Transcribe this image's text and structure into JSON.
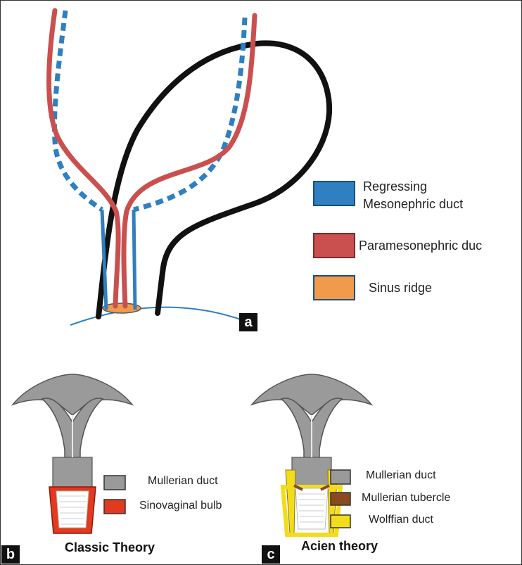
{
  "panel_a": {
    "tag": "a",
    "legend": [
      {
        "line1": "Regressing",
        "line2": "Mesonephric duct",
        "color": "#2f7fc1"
      },
      {
        "line1": "Paramesonephric duc",
        "line2": "",
        "color": "#c9504e"
      },
      {
        "line1": "Sinus ridge",
        "line2": "",
        "color": "#f09a4b"
      }
    ]
  },
  "panel_b": {
    "tag": "b",
    "title": "Classic Theory",
    "legend": [
      {
        "label": "Mullerian duct",
        "color": "#9a9a9a"
      },
      {
        "label": "Sinovaginal bulb",
        "color": "#e23a1e"
      }
    ]
  },
  "panel_c": {
    "tag": "c",
    "title": "Acien theory",
    "legend": [
      {
        "label": "Mullerian duct",
        "color": "#9a9a9a"
      },
      {
        "label": "Mullerian tubercle",
        "color": "#8a4a1e"
      },
      {
        "label": "Wolffian duct",
        "color": "#f5dc1a"
      }
    ]
  }
}
